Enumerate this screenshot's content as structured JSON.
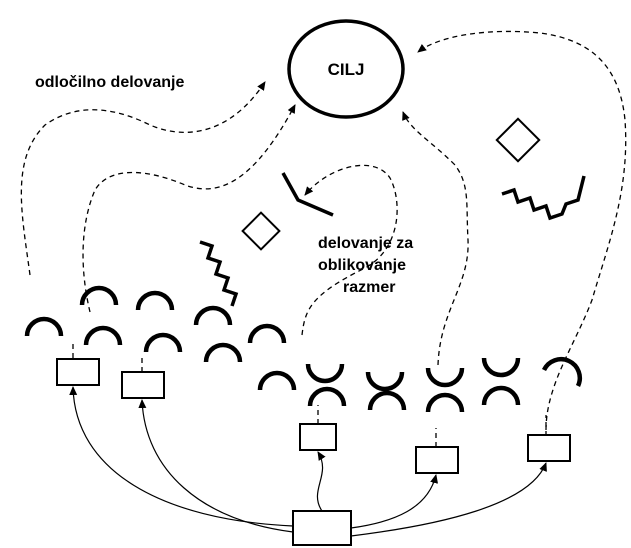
{
  "goal": {
    "label": "CILJ"
  },
  "labels": {
    "decisive_action": "odločilno delovanje",
    "shaping_line1": "delovanje za",
    "shaping_line2": "oblikovanje",
    "shaping_line3": "razmer"
  },
  "colors": {
    "ink": "#000000",
    "background": "#ffffff"
  }
}
